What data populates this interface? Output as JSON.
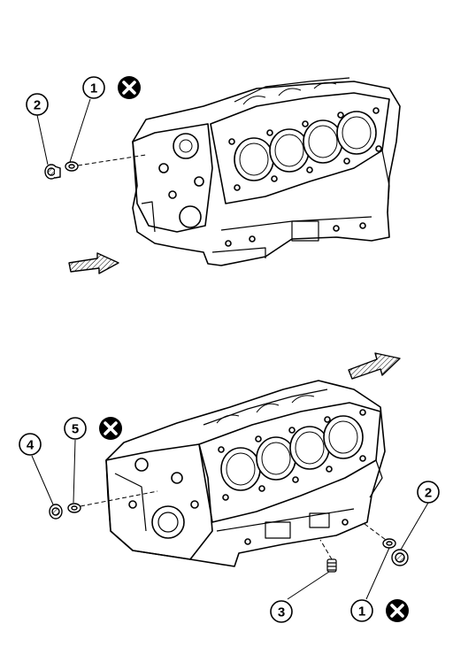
{
  "callouts": [
    {
      "id": "top-2",
      "label": "2",
      "do_not_reuse": false
    },
    {
      "id": "top-1",
      "label": "1",
      "do_not_reuse": true
    },
    {
      "id": "bot-4",
      "label": "4",
      "do_not_reuse": false
    },
    {
      "id": "bot-5",
      "label": "5",
      "do_not_reuse": true
    },
    {
      "id": "bot-2",
      "label": "2",
      "do_not_reuse": false
    },
    {
      "id": "bot-3",
      "label": "3",
      "do_not_reuse": false
    },
    {
      "id": "bot-1",
      "label": "1",
      "do_not_reuse": true
    }
  ],
  "colors": {
    "line": "#000000",
    "fill": "#ffffff",
    "mark": "#000000"
  }
}
